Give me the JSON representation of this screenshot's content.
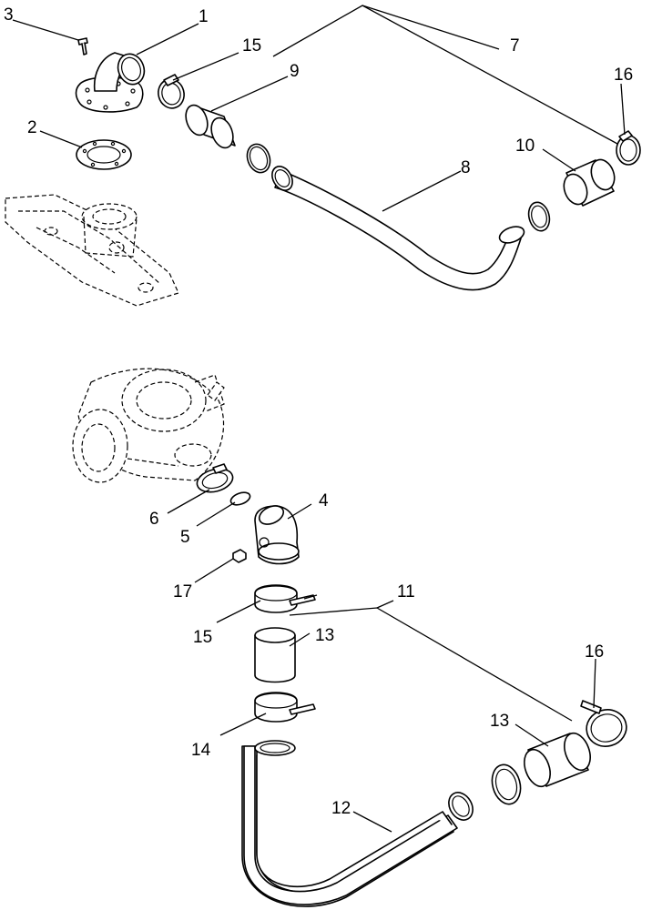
{
  "callouts": {
    "c1": "1",
    "c2": "2",
    "c3": "3",
    "c4": "4",
    "c5": "5",
    "c6": "6",
    "c7": "7",
    "c8": "8",
    "c9": "9",
    "c10": "10",
    "c11": "11",
    "c12": "12",
    "c13a": "13",
    "c13b": "13",
    "c14": "14",
    "c15a": "15",
    "c15b": "15",
    "c16a": "16",
    "c16b": "16",
    "c17": "17"
  }
}
